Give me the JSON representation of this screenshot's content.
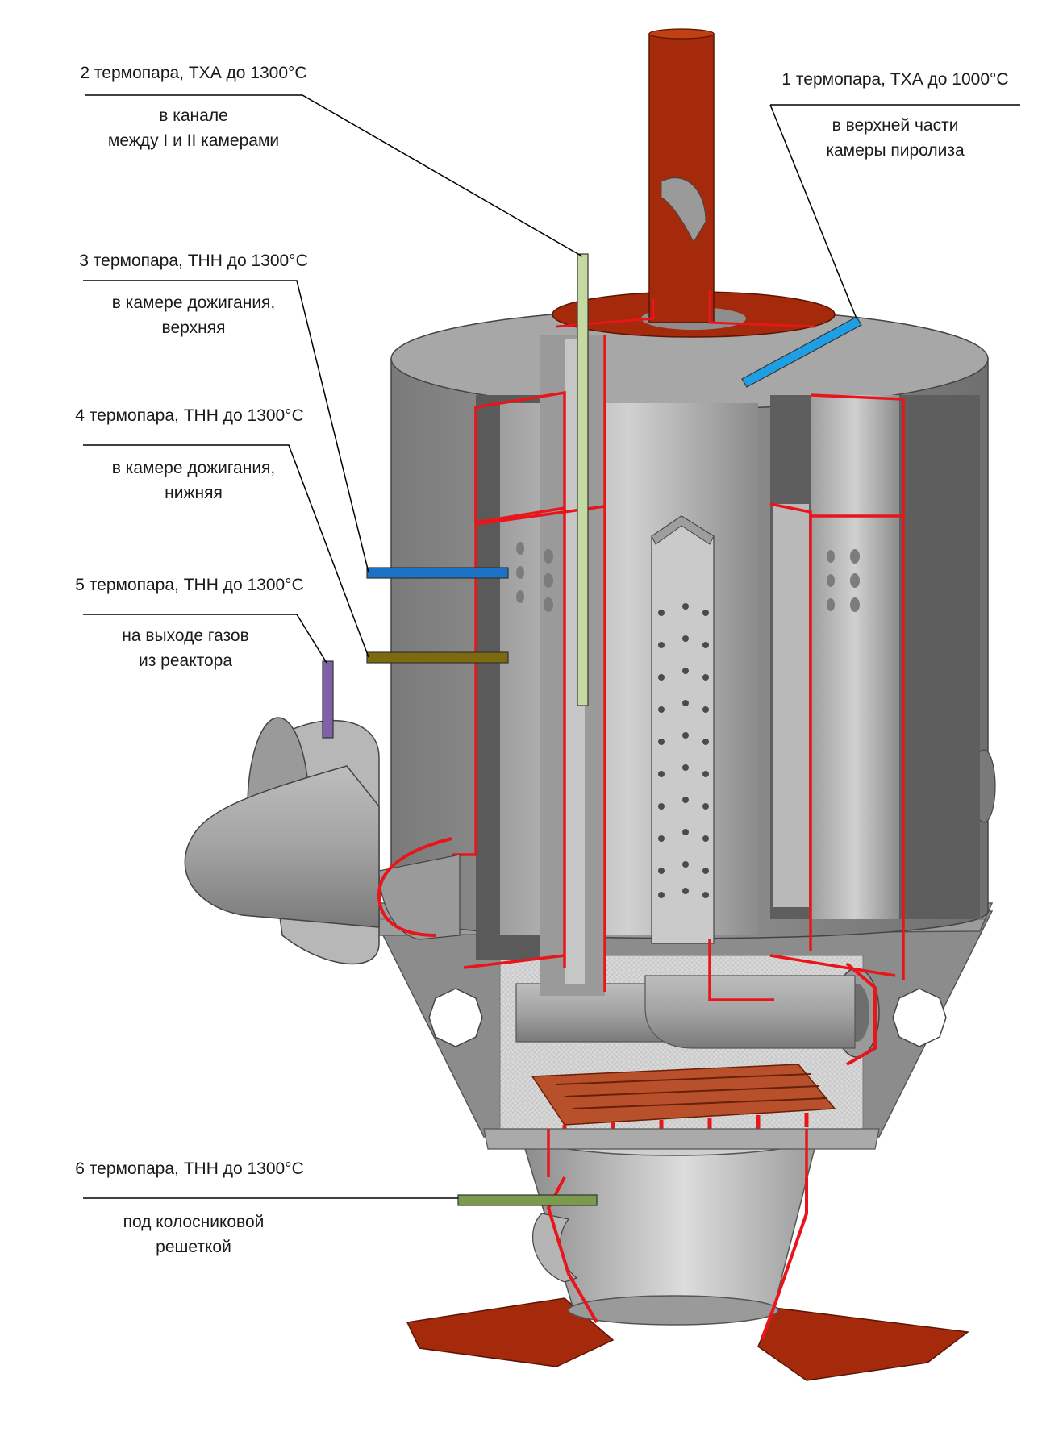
{
  "colors": {
    "body_gray": "#8f8f8f",
    "inner_gray": "#5c5c5c",
    "light_gray": "#c4c4c4",
    "rust": "#a52a0c",
    "cut_red": "#e8161b",
    "tc1": "#1e9fe3",
    "tc2": "#c5d9a2",
    "tc3": "#1c72c6",
    "tc4": "#7d6a0e",
    "tc5": "#7e61a7",
    "tc6": "#7c9a4c"
  },
  "callouts": [
    {
      "id": 1,
      "title": "1 термопара, ТХА до 1000°С",
      "lines": [
        "в верхней части",
        "камеры пиролиза"
      ],
      "color": "tc1"
    },
    {
      "id": 2,
      "title": "2 термопара, ТХА до 1300°С",
      "lines": [
        "в канале",
        "между I и II камерами"
      ],
      "color": "tc2"
    },
    {
      "id": 3,
      "title": "3 термопара, ТНН до 1300°С",
      "lines": [
        "в камере дожигания,",
        "верхняя"
      ],
      "color": "tc3"
    },
    {
      "id": 4,
      "title": "4 термопара, ТНН до 1300°С",
      "lines": [
        "в камере дожигания,",
        "нижняя"
      ],
      "color": "tc4"
    },
    {
      "id": 5,
      "title": "5 термопара, ТНН до 1300°С",
      "lines": [
        "на выходе газов",
        "из реактора"
      ],
      "color": "tc5"
    },
    {
      "id": 6,
      "title": "6 термопара, ТНН до 1300°С",
      "lines": [
        "под колосниковой",
        "решеткой"
      ],
      "color": "tc6"
    }
  ]
}
